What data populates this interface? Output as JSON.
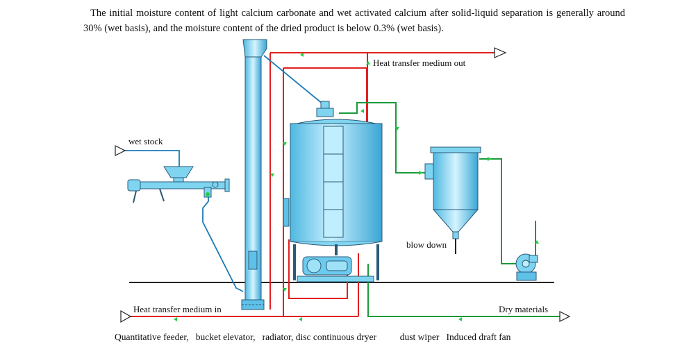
{
  "intro_text": "The initial moisture content of light calcium carbonate and wet activated calcium after solid-liquid separation is generally around 30% (wet basis), and the moisture content of the dried product is below 0.3% (wet basis).",
  "labels": {
    "heat_out": "Heat transfer medium out",
    "wet_stock": "wet stock",
    "blow_down": "blow down",
    "heat_in": "Heat transfer medium in",
    "dry_materials": "Dry materials"
  },
  "caption": "Quantitative feeder,   bucket elevator,   radiator, disc continuous dryer          dust wiper   Induced draft fan",
  "colors": {
    "equipment_fill": "#7fd4f0",
    "equipment_stroke": "#2a5a78",
    "heat_line": "#e02020",
    "air_line": "#1a9a3a",
    "feed_line": "#1a7ab8",
    "arrow_mark": "#22cc44"
  }
}
